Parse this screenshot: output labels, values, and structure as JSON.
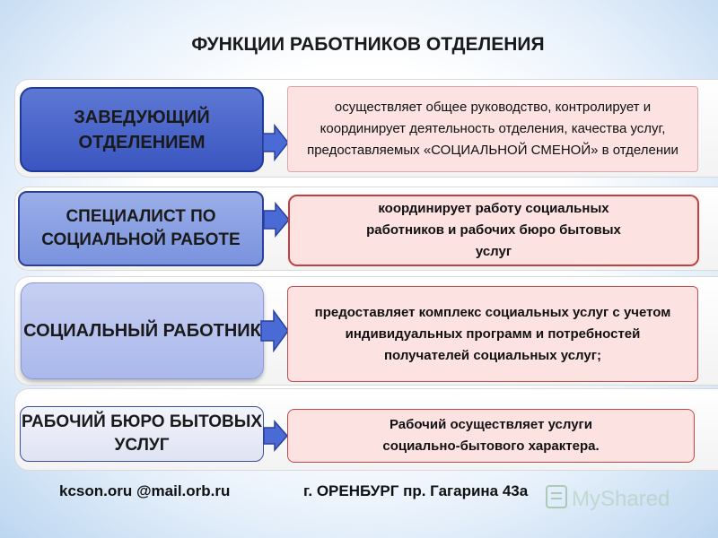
{
  "title": "ФУНКЦИИ РАБОТНИКОВ ОТДЕЛЕНИЯ",
  "rows": [
    {
      "role": "ЗАВЕДУЮЩИЙ ОТДЕЛЕНИЕМ",
      "description": "осуществляет общее руководство, контролирует и координирует деятельность отделения, качества услуг, предоставляемых «СОЦИАЛЬНОЙ СМЕНОЙ» в отделении"
    },
    {
      "role": "СПЕЦИАЛИСТ ПО СОЦИАЛЬНОЙ РАБОТЕ",
      "description": "координирует работу социальных работников и рабочих бюро бытовых услуг"
    },
    {
      "role": "СОЦИАЛЬНЫЙ РАБОТНИК",
      "description": "предоставляет комплекс социальных услуг с учетом индивидуальных программ и потребностей получателей социальных услуг;"
    },
    {
      "role": "РАБОЧИЙ БЮРО БЫТОВЫХ УСЛУГ",
      "description": "Рабочий осуществляет услуги социально-бытового характера."
    }
  ],
  "footer": {
    "email": "kcson.oru @mail.orb.ru",
    "address": "г. ОРЕНБУРГ  пр. Гагарина 43а"
  },
  "colors": {
    "arrow_fill": "#4a6bd6",
    "description_fill": "#fde2e2",
    "description_border": "#c44040"
  },
  "icons": {
    "arrow": "right-arrow-icon",
    "watermark": "myshared-logo-icon"
  }
}
